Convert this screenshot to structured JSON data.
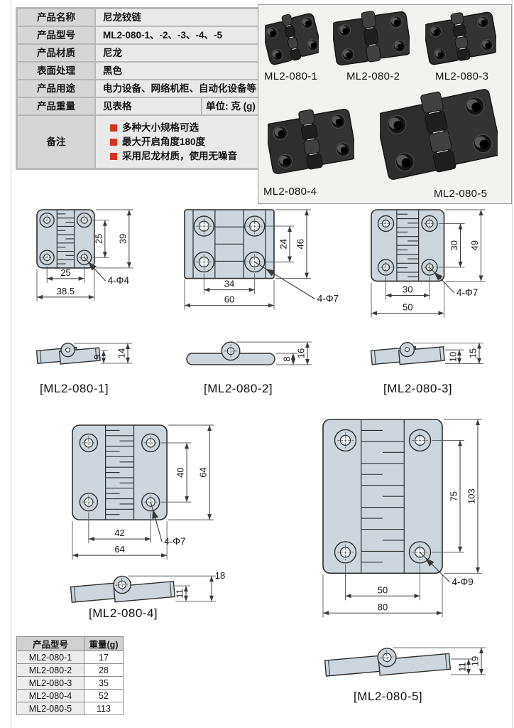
{
  "colors": {
    "bullet_red": "#d2341f",
    "drawing_fill": "#ccd6dc",
    "drawing_line": "#2e2e2e"
  },
  "spec_table": {
    "rows": [
      {
        "label": "产品名称",
        "value": "尼龙铰链"
      },
      {
        "label": "产品型号",
        "value": "ML2-080-1、-2、-3、-4、-5"
      },
      {
        "label": "产品材质",
        "value": "尼龙"
      },
      {
        "label": "表面处理",
        "value": "黑色"
      },
      {
        "label": "产品用途",
        "value": "电力设备、网络机柜、自动化设备等"
      },
      {
        "label": "产品重量",
        "value": "见表格",
        "unit": "单位: 克 (g)"
      },
      {
        "label": "备注",
        "bullets": [
          "多种大小规格可选",
          "最大开启角度180度",
          "采用尼龙材质，使用无噪音"
        ]
      }
    ]
  },
  "photos": {
    "labels": [
      "ML2-080-1",
      "ML2-080-2",
      "ML2-080-3",
      "ML2-080-4",
      "ML2-080-5"
    ]
  },
  "drawings": [
    {
      "name": "[ML2-080-1]",
      "width": "38.5",
      "height": "39",
      "hole_spacing_x": "25",
      "hole_spacing_y": "25",
      "hole_note": "4-Φ4",
      "side_inner": "9",
      "side_outer": "14"
    },
    {
      "name": "[ML2-080-2]",
      "width": "60",
      "height": "46",
      "hole_spacing_x": "34",
      "hole_spacing_y": "24",
      "hole_note": "4-Φ7",
      "side_inner": "8",
      "side_outer": "16"
    },
    {
      "name": "[ML2-080-3]",
      "width": "50",
      "height": "49",
      "hole_spacing_x": "30",
      "hole_spacing_y": "30",
      "hole_note": "4-Φ7",
      "side_inner": "10",
      "side_outer": "15"
    },
    {
      "name": "[ML2-080-4]",
      "width": "64",
      "height": "64",
      "hole_spacing_x": "42",
      "hole_spacing_y": "40",
      "hole_note": "4-Φ7",
      "side_inner": "11",
      "side_outer": "18"
    },
    {
      "name": "[ML2-080-5]",
      "width": "80",
      "height": "103",
      "hole_spacing_x": "50",
      "hole_spacing_y": "75",
      "hole_note": "4-Φ9",
      "side_inner": "11",
      "side_outer": "19"
    }
  ],
  "weight_table": {
    "headers": [
      "产品型号",
      "重量(g)"
    ],
    "rows": [
      [
        "ML2-080-1",
        "17"
      ],
      [
        "ML2-080-2",
        "28"
      ],
      [
        "ML2-080-3",
        "35"
      ],
      [
        "ML2-080-4",
        "52"
      ],
      [
        "ML2-080-5",
        "113"
      ]
    ]
  }
}
